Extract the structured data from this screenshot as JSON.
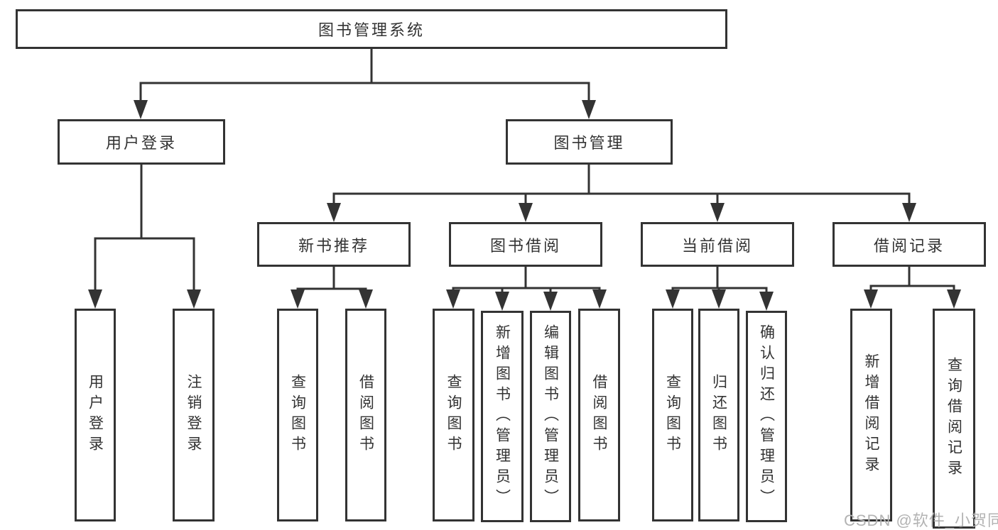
{
  "tree": {
    "root": {
      "label": "图书管理系统",
      "children": [
        {
          "label": "用户登录",
          "children": [
            {
              "label": "用户登录"
            },
            {
              "label": "注销登录"
            }
          ]
        },
        {
          "label": "图书管理",
          "children": [
            {
              "label": "新书推荐",
              "children": [
                {
                  "label": "查询图书"
                },
                {
                  "label": "借阅图书"
                }
              ]
            },
            {
              "label": "图书借阅",
              "children": [
                {
                  "label": "查询图书"
                },
                {
                  "label": "新增图书（管理员）"
                },
                {
                  "label": "编辑图书（管理员）"
                },
                {
                  "label": "借阅图书"
                }
              ]
            },
            {
              "label": "当前借阅",
              "children": [
                {
                  "label": "查询图书"
                },
                {
                  "label": "归还图书"
                },
                {
                  "label": "确认归还（管理员）"
                }
              ]
            },
            {
              "label": "借阅记录",
              "children": [
                {
                  "label": "新增借阅记录"
                },
                {
                  "label": "查询借阅记录"
                }
              ]
            }
          ]
        }
      ]
    }
  },
  "watermark": {
    "text": "CSDN @软件_小贺同学"
  },
  "colors": {
    "line": "#333333",
    "box_background": "#ffffff",
    "text": "#333333",
    "watermark": "#b3b3b3"
  }
}
